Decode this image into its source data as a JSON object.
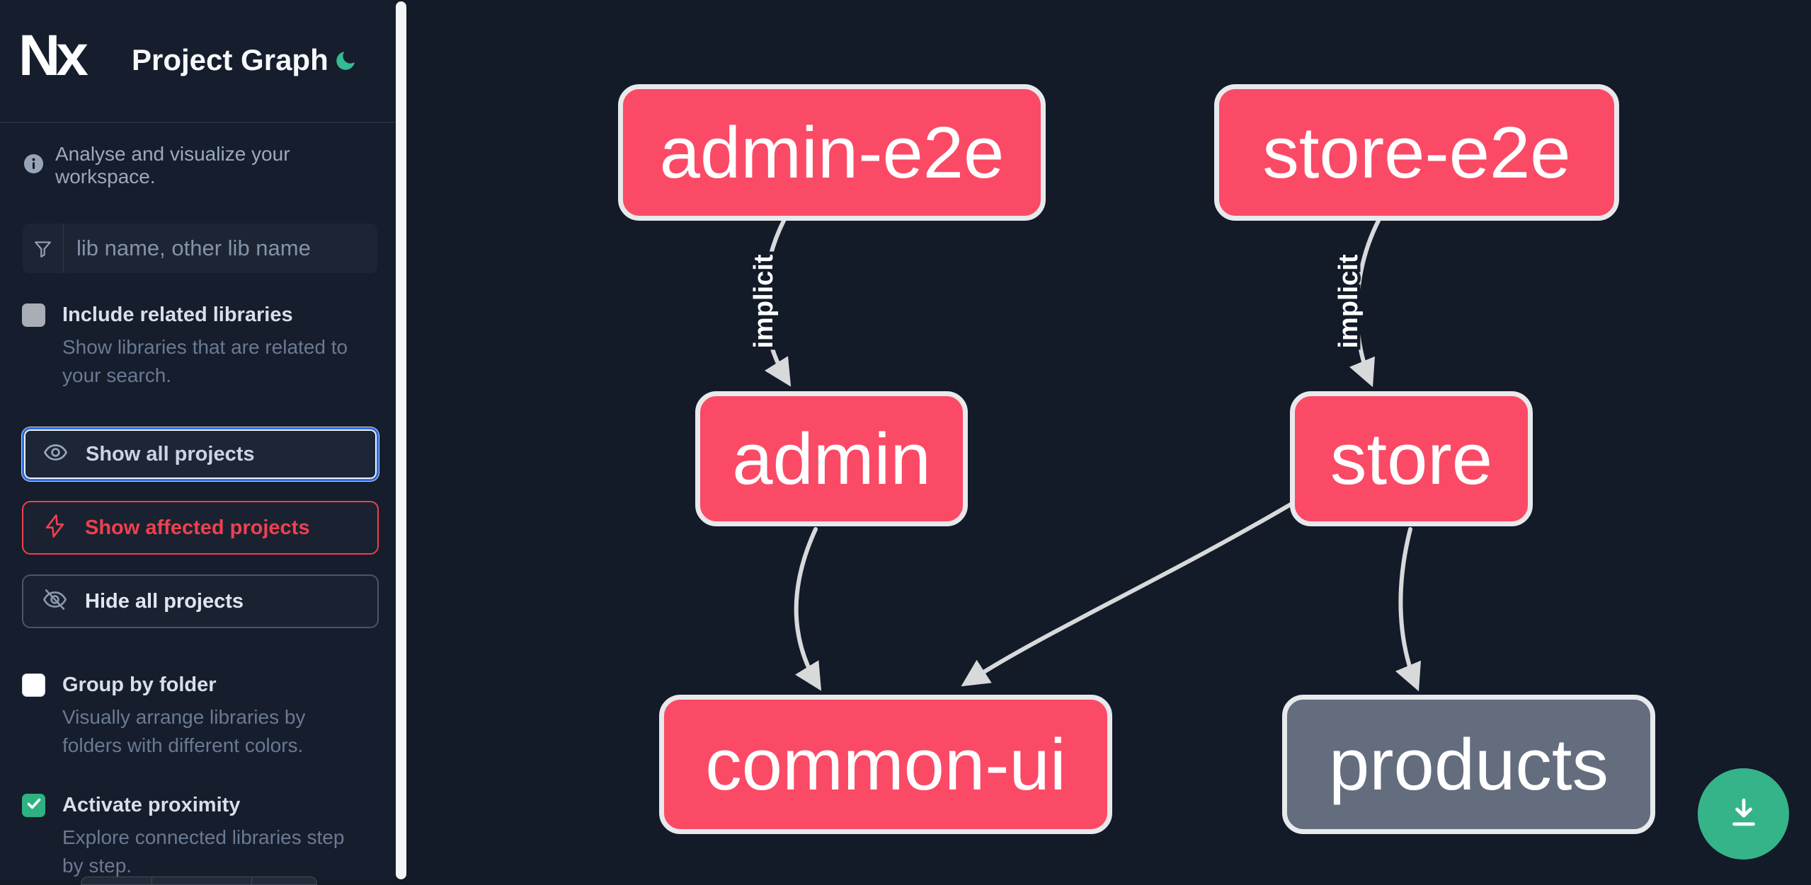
{
  "colors": {
    "background": "#131a28",
    "sidebar_background": "#161d2c",
    "node_affected_pink": "#fb4a66",
    "node_unaffected_gray": "#636d7e",
    "node_border": "#e8e9ec",
    "edge_gray": "#d8d9db",
    "accent_blue": "#2b6be4",
    "accent_red": "#ee404f",
    "checkbox_green": "#2eb282",
    "fab_green": "#36b489",
    "moon_teal": "#34bb93"
  },
  "header": {
    "logo_text": "Nx",
    "title": "Project Graph",
    "theme_toggle_icon": "moon-icon"
  },
  "sidebar": {
    "tagline": "Analyse and visualize your workspace.",
    "tagline_icon": "info-icon",
    "filter": {
      "icon": "funnel-icon",
      "placeholder": "lib name, other lib name",
      "value": ""
    },
    "options": [
      {
        "label": "Include related libraries",
        "description": "Show libraries that are related to your search.",
        "checked": false,
        "checkbox_style": "gray"
      },
      {
        "label": "Group by folder",
        "description": "Visually arrange libraries by folders with different colors.",
        "checked": false,
        "checkbox_style": "white"
      },
      {
        "label": "Activate proximity",
        "description": "Explore connected libraries step by step.",
        "checked": true,
        "checkbox_style": "green"
      }
    ],
    "actions": [
      {
        "label": "Show all projects",
        "icon": "eye-icon",
        "state": "focused"
      },
      {
        "label": "Show affected projects",
        "icon": "bolt-icon",
        "state": "default"
      },
      {
        "label": "Hide all projects",
        "icon": "eye-off-icon",
        "state": "default"
      }
    ]
  },
  "graph": {
    "nodes": [
      {
        "label": "admin-e2e",
        "state": "affected"
      },
      {
        "label": "store-e2e",
        "state": "affected"
      },
      {
        "label": "admin",
        "state": "affected"
      },
      {
        "label": "store",
        "state": "affected"
      },
      {
        "label": "common-ui",
        "state": "affected"
      },
      {
        "label": "products",
        "state": "normal"
      }
    ],
    "edges": [
      {
        "from": "admin-e2e",
        "to": "admin",
        "label": "implicit"
      },
      {
        "from": "store-e2e",
        "to": "store",
        "label": "implicit"
      },
      {
        "from": "admin",
        "to": "common-ui",
        "label": ""
      },
      {
        "from": "store",
        "to": "common-ui",
        "label": ""
      },
      {
        "from": "store",
        "to": "products",
        "label": ""
      }
    ]
  },
  "fab": {
    "icon": "download-icon"
  }
}
